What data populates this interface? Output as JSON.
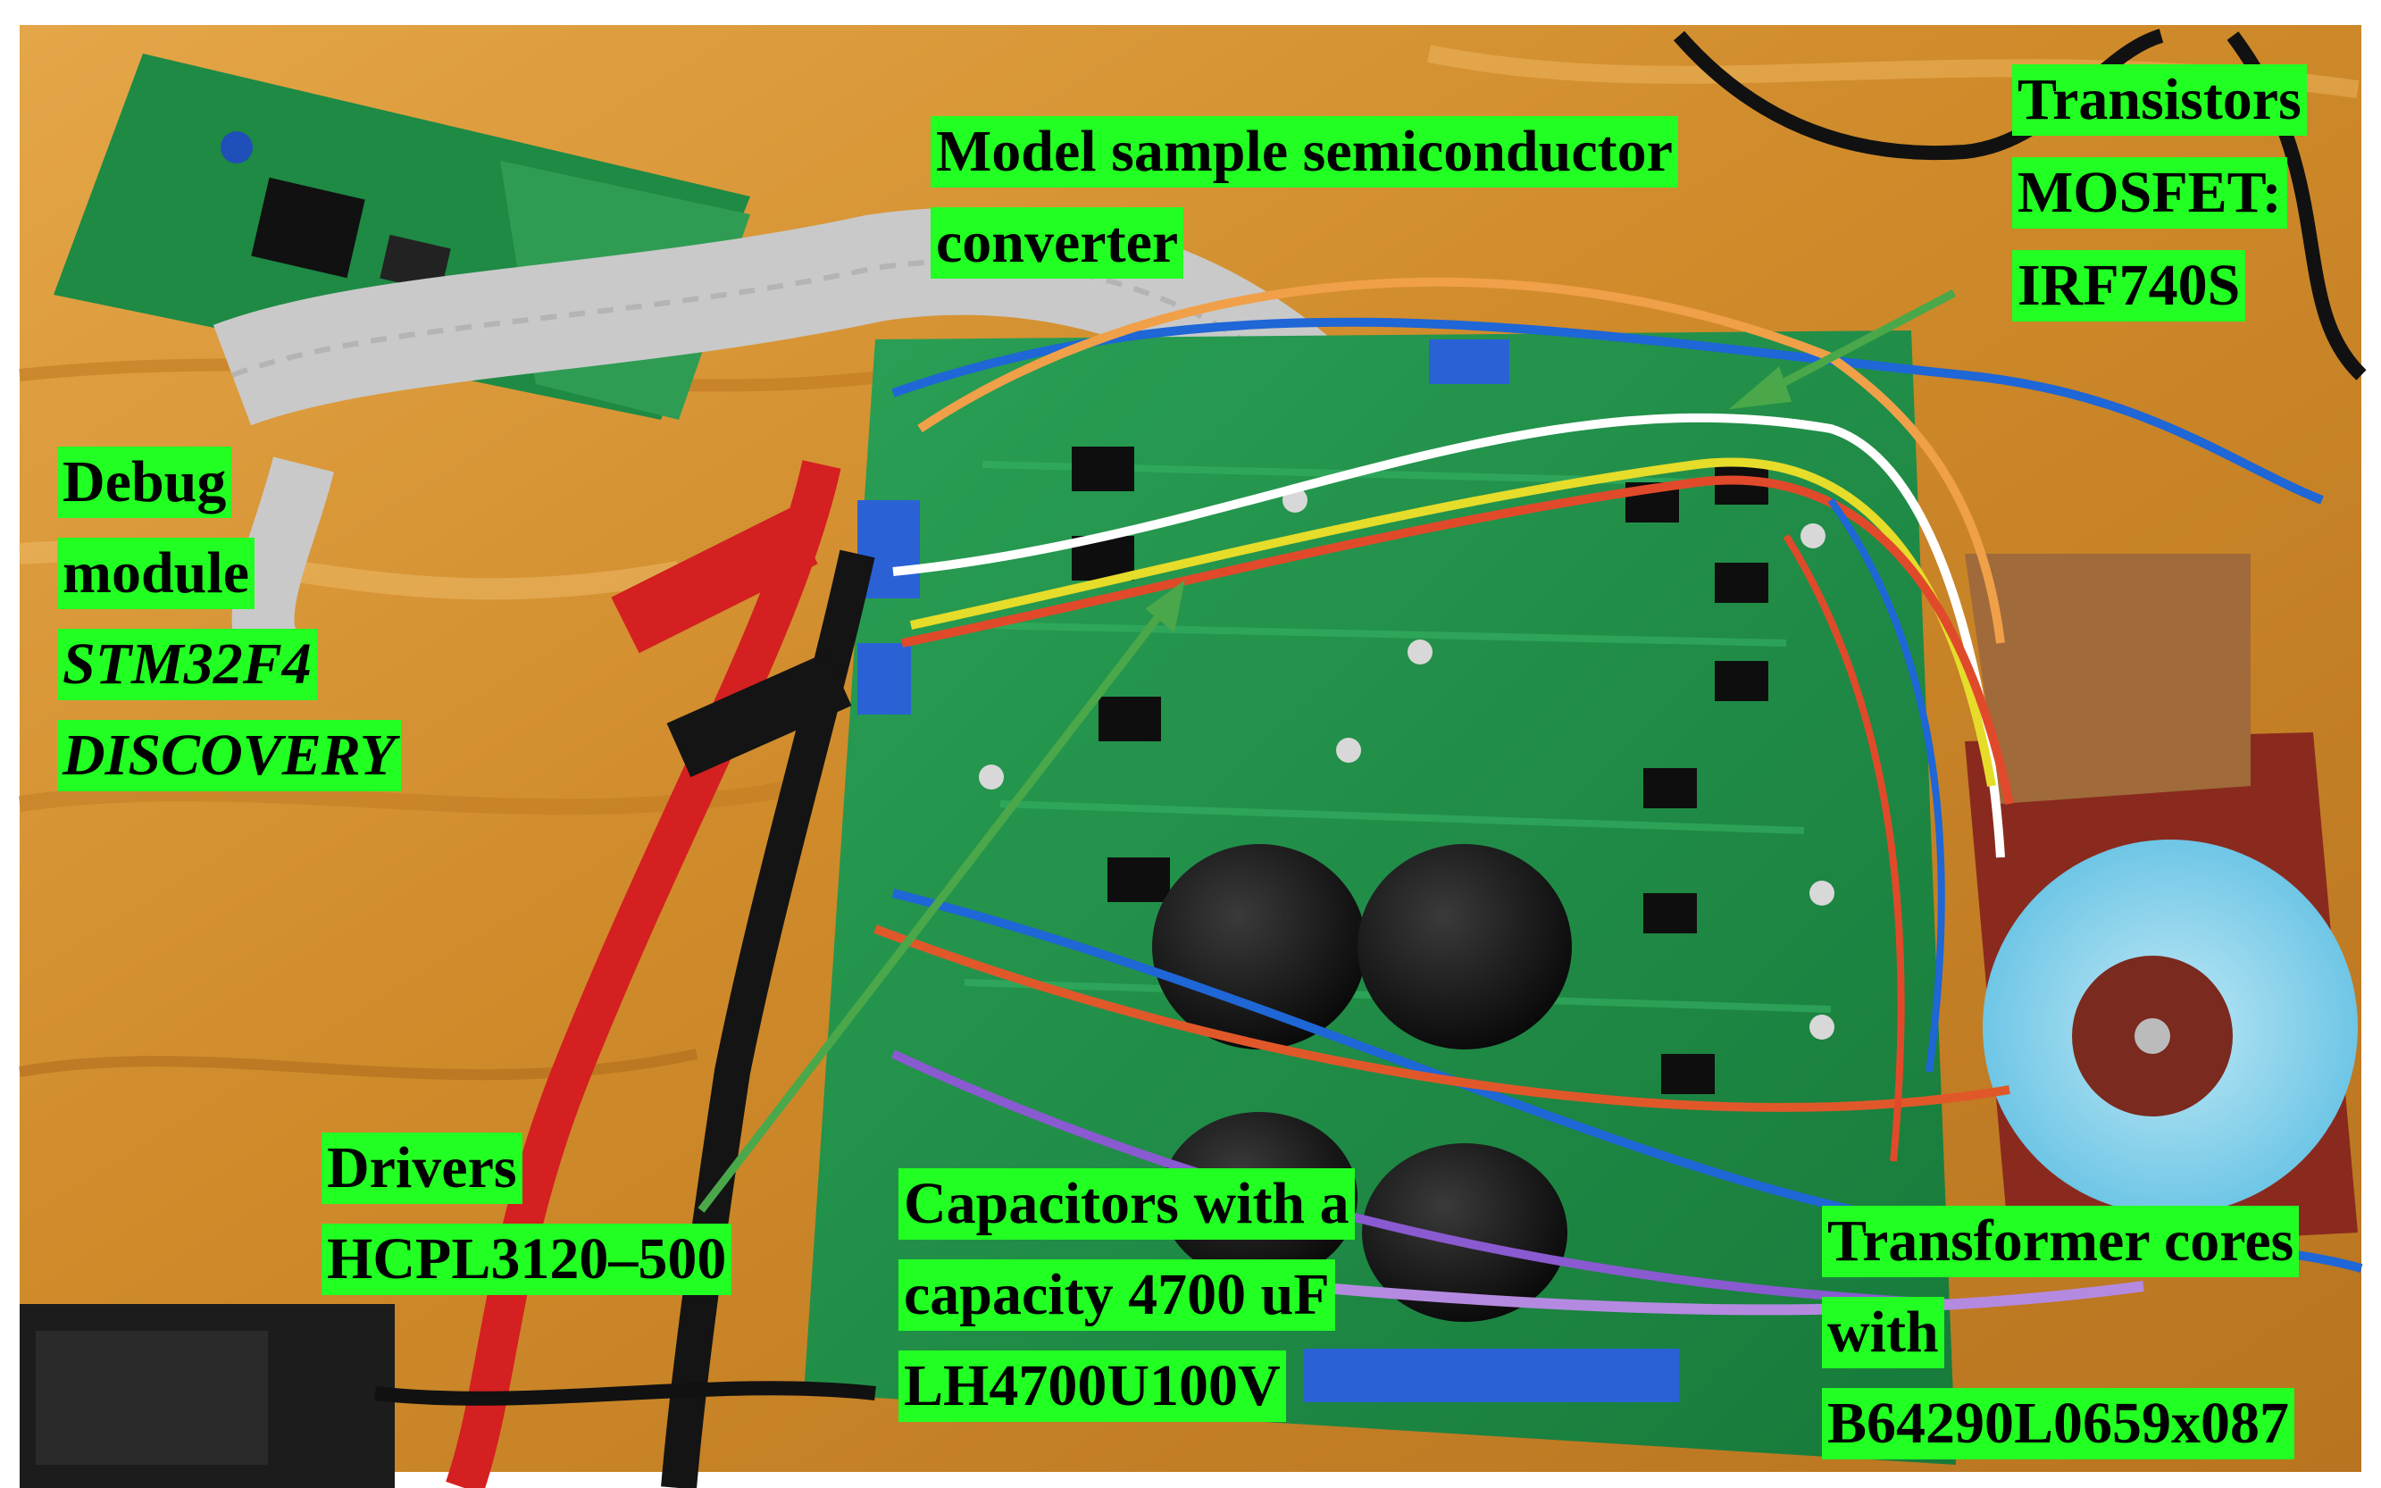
{
  "labels": {
    "model_sample": {
      "lines": [
        "Model sample semiconductor",
        "converter"
      ]
    },
    "transistors": {
      "lines": [
        "Transistors",
        "MOSFET:",
        "IRF740S"
      ]
    },
    "debug_module": {
      "lines": [
        "Debug",
        "module",
        "STM32F4",
        "DISCOVERY"
      ]
    },
    "drivers": {
      "lines": [
        "Drivers",
        "HCPL3120–500"
      ]
    },
    "capacitors": {
      "lines": [
        "Capacitors with a",
        "capacity 4700 uF",
        "LH4700U100V"
      ]
    },
    "transformer": {
      "lines": [
        "Transformer cores",
        "with",
        "B64290L0659x087"
      ]
    }
  },
  "colors": {
    "label_background": "#22ff22",
    "label_text": "#000000",
    "pointer_arrow": "#4aa84a",
    "pcb": "#1f8f45",
    "table": "#d9932e"
  }
}
